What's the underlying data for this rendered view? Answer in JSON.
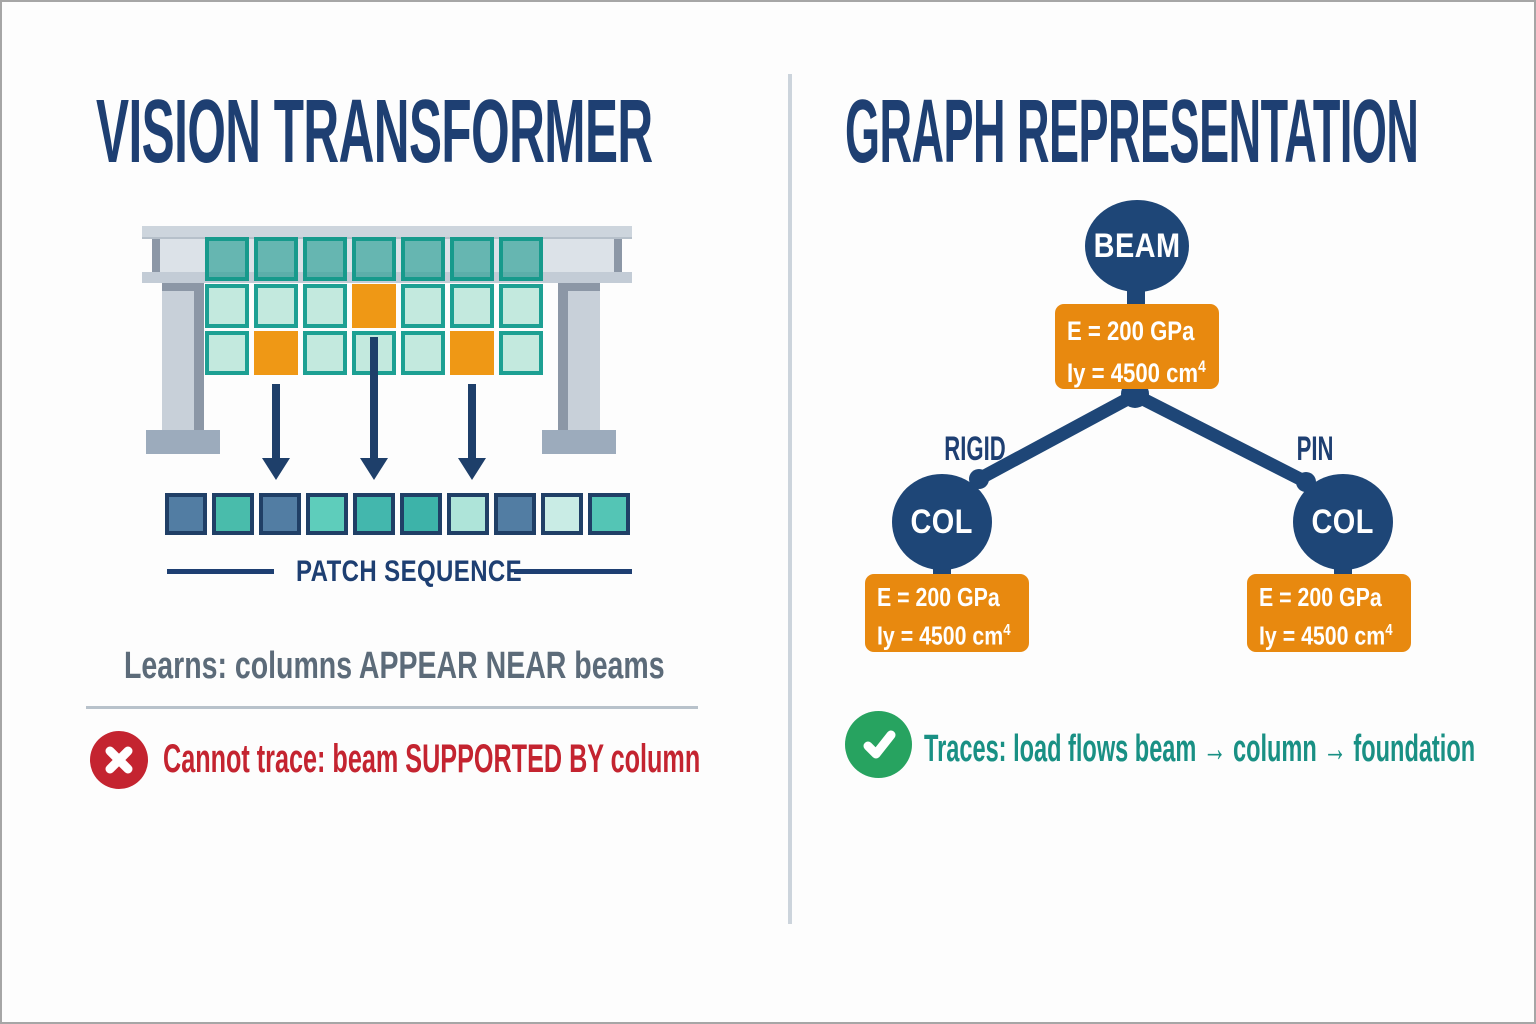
{
  "colors": {
    "navy": "#1e4677",
    "title_navy": "#1e3f72",
    "orange": "#e8890f",
    "teal_border": "#1da093",
    "mint_fill": "#c3e9de",
    "orange_patch": "#ef9815",
    "red": "#c42430",
    "green": "#27a360",
    "teal_text": "#199084",
    "gray_text": "#5c6b79",
    "structure_gray": "#cdd5dd",
    "divider_gray": "#ccd4dc"
  },
  "left": {
    "title": "VISION TRANSFORMER",
    "patch_grid": {
      "rows": [
        [
          "teal1",
          "teal1",
          "teal1",
          "teal1",
          "teal1",
          "teal1",
          "teal1"
        ],
        [
          "mint",
          "mint",
          "mint",
          "orange",
          "mint",
          "mint",
          "mint"
        ],
        [
          "mint",
          "orange",
          "mint",
          "mint",
          "mint",
          "orange",
          "mint"
        ]
      ]
    },
    "sequence_colors": [
      "#527da3",
      "#49bcab",
      "#527da3",
      "#5ecdbb",
      "#43b7ad",
      "#3db3a9",
      "#aee4d9",
      "#527da3",
      "#c9ece5",
      "#54c5b5"
    ],
    "sequence_label": "PATCH SEQUENCE",
    "learns_text": "Learns: columns APPEAR NEAR beams",
    "cannot_trace_text": "Cannot trace: beam SUPPORTED BY column"
  },
  "right": {
    "title": "GRAPH REPRESENTATION",
    "beam_node": {
      "label": "BEAM",
      "props": {
        "line1": "E = 200 GPa",
        "line2": "Iy = 4500 cm",
        "line2_sup": "4"
      }
    },
    "edge_labels": {
      "left": "RIGID",
      "right": "PIN"
    },
    "col_nodes": [
      {
        "label": "COL",
        "props": {
          "line1": "E = 200 GPa",
          "line2": "Iy = 4500 cm",
          "line2_sup": "4"
        }
      },
      {
        "label": "COL",
        "props": {
          "line1": "E = 200 GPa",
          "line2": "Iy = 4500 cm",
          "line2_sup": "4"
        }
      }
    ],
    "traces_text": "Traces: load flows beam → column → foundation"
  }
}
